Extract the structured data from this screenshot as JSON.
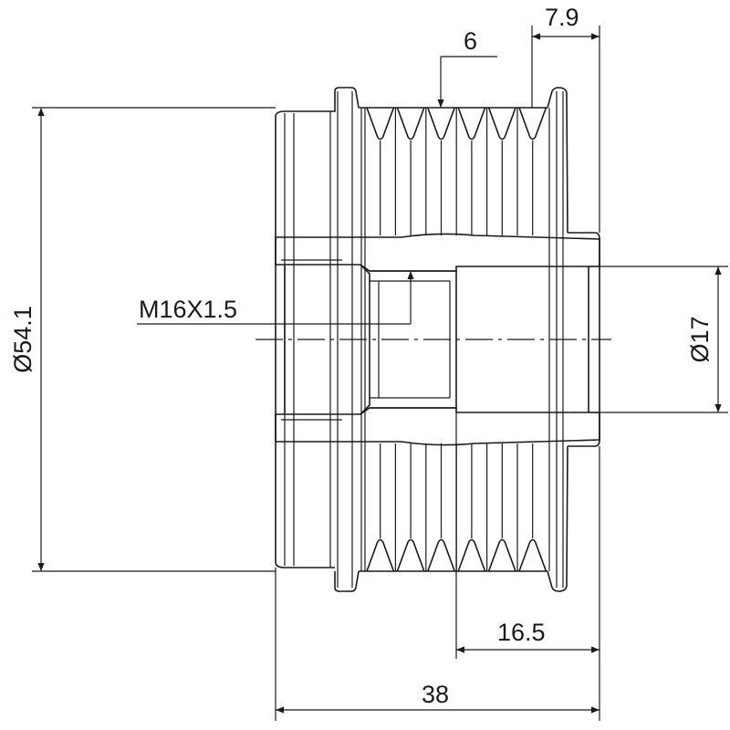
{
  "drawing": {
    "subject": "pulley",
    "line_color": "#1a1a1a",
    "groove_count": 6,
    "dimensions": {
      "outer_diameter": "Ø54.1",
      "bore_diameter": "Ø17",
      "thread": "M16X1.5",
      "grooves": "6",
      "flange_offset": "7.9",
      "hub_length": "16.5",
      "overall_length": "38"
    }
  }
}
